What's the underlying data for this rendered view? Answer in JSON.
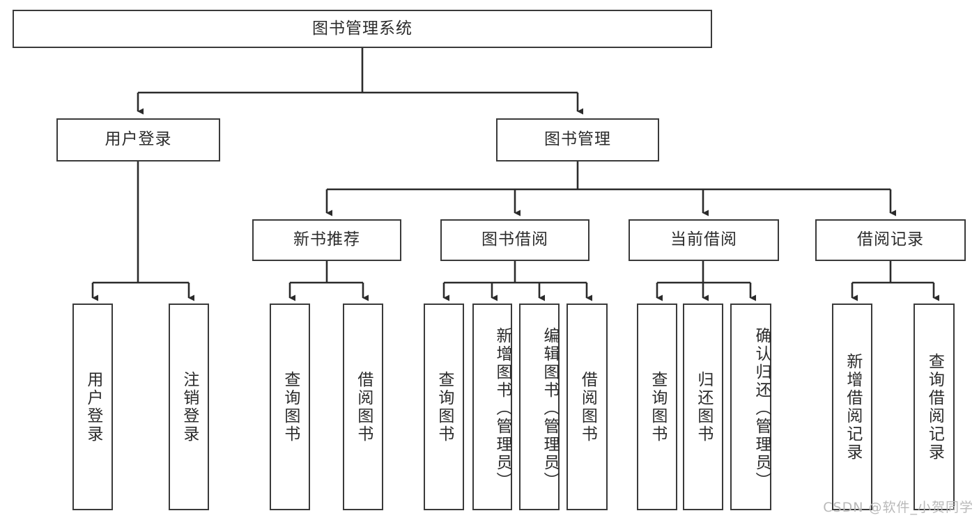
{
  "diagram": {
    "title": "图书管理系统",
    "watermark": "CSDN @软件_小贺同学",
    "stroke_color": "#3a3a3a",
    "fill_color": "#ffffff",
    "text_color": "#2b2b2b",
    "watermark_color": "#b9b9b9"
  },
  "nodes": {
    "root": {
      "label": "图书管理系统",
      "level": 1,
      "orientation": "horizontal"
    },
    "l2": [
      {
        "label": "用户登录",
        "orientation": "horizontal"
      },
      {
        "label": "图书管理",
        "orientation": "horizontal"
      }
    ],
    "l3": [
      {
        "label": "新书推荐",
        "orientation": "horizontal"
      },
      {
        "label": "图书借阅",
        "orientation": "horizontal"
      },
      {
        "label": "当前借阅",
        "orientation": "horizontal"
      },
      {
        "label": "借阅记录",
        "orientation": "horizontal"
      }
    ],
    "leaves": [
      {
        "label": "用户登录",
        "orientation": "vertical",
        "parent": "用户登录"
      },
      {
        "label": "注销登录",
        "orientation": "vertical",
        "parent": "用户登录"
      },
      {
        "label": "查询图书",
        "orientation": "vertical",
        "parent": "新书推荐"
      },
      {
        "label": "借阅图书",
        "orientation": "vertical",
        "parent": "新书推荐"
      },
      {
        "label": "查询图书",
        "orientation": "vertical",
        "parent": "图书借阅"
      },
      {
        "label": "新增图书（管理员）",
        "orientation": "vertical",
        "parent": "图书借阅"
      },
      {
        "label": "编辑图书（管理员）",
        "orientation": "vertical",
        "parent": "图书借阅"
      },
      {
        "label": "借阅图书",
        "orientation": "vertical",
        "parent": "图书借阅"
      },
      {
        "label": "查询图书",
        "orientation": "vertical",
        "parent": "当前借阅"
      },
      {
        "label": "归还图书",
        "orientation": "vertical",
        "parent": "当前借阅"
      },
      {
        "label": "确认归还（管理员）",
        "orientation": "vertical",
        "parent": "当前借阅"
      },
      {
        "label": "新增借阅记录",
        "orientation": "vertical",
        "parent": "借阅记录"
      },
      {
        "label": "查询借阅记录",
        "orientation": "vertical",
        "parent": "借阅记录"
      }
    ]
  },
  "hierarchy": {
    "图书管理系统": [
      "用户登录",
      "图书管理"
    ],
    "用户登录": [
      "用户登录",
      "注销登录"
    ],
    "图书管理": [
      "新书推荐",
      "图书借阅",
      "当前借阅",
      "借阅记录"
    ],
    "新书推荐": [
      "查询图书",
      "借阅图书"
    ],
    "图书借阅": [
      "查询图书",
      "新增图书（管理员）",
      "编辑图书（管理员）",
      "借阅图书"
    ],
    "当前借阅": [
      "查询图书",
      "归还图书",
      "确认归还（管理员）"
    ],
    "借阅记录": [
      "新增借阅记录",
      "查询借阅记录"
    ]
  }
}
